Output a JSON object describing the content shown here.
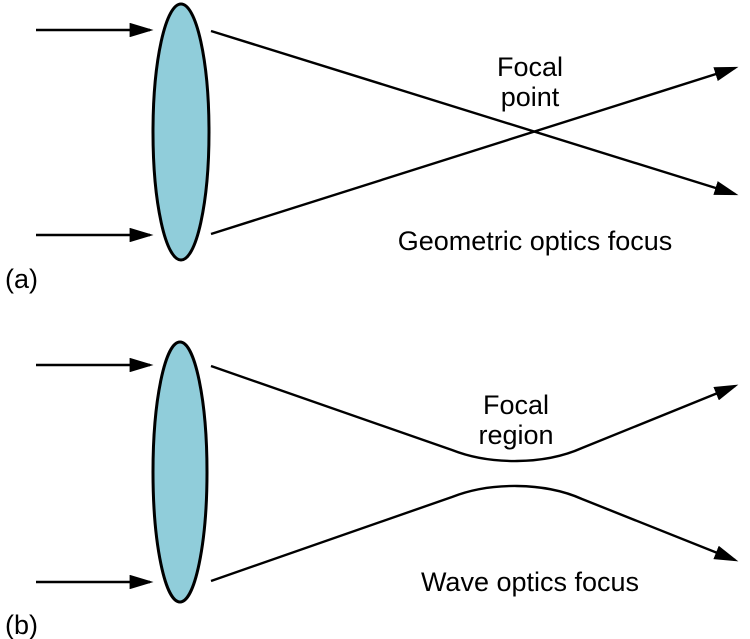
{
  "figure": {
    "background_color": "#ffffff",
    "line_color": "#000000",
    "lens_fill_color": "#90CDDA",
    "panel_a": {
      "letter_label": "(a)",
      "focus_label_line1": "Focal",
      "focus_label_line2": "point",
      "caption": "Geometric optics focus"
    },
    "panel_b": {
      "letter_label": "(b)",
      "focus_label_line1": "Focal",
      "focus_label_line2": "region",
      "caption": "Wave optics focus"
    }
  }
}
